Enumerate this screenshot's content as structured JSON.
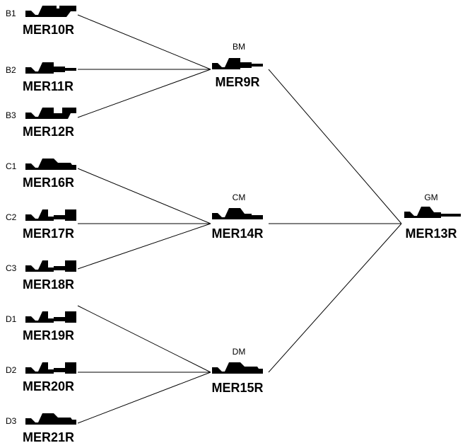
{
  "leaves": [
    {
      "tag": "B1",
      "code": "MER10R",
      "glyph": "a"
    },
    {
      "tag": "B2",
      "code": "MER11R",
      "glyph": "b"
    },
    {
      "tag": "B3",
      "code": "MER12R",
      "glyph": "c"
    },
    {
      "tag": "C1",
      "code": "MER16R",
      "glyph": "d"
    },
    {
      "tag": "C2",
      "code": "MER17R",
      "glyph": "e"
    },
    {
      "tag": "C3",
      "code": "MER18R",
      "glyph": "e"
    },
    {
      "tag": "D1",
      "code": "MER19R",
      "glyph": "e"
    },
    {
      "tag": "D2",
      "code": "MER20R",
      "glyph": "e"
    },
    {
      "tag": "D3",
      "code": "MER21R",
      "glyph": "d"
    }
  ],
  "middles": [
    {
      "tag": "BM",
      "code": "MER9R",
      "glyph": "b"
    },
    {
      "tag": "CM",
      "code": "MER14R",
      "glyph": "f"
    },
    {
      "tag": "DM",
      "code": "MER15R",
      "glyph": "g"
    }
  ],
  "root": {
    "tag": "GM",
    "code": "MER13R",
    "glyph": "h"
  }
}
